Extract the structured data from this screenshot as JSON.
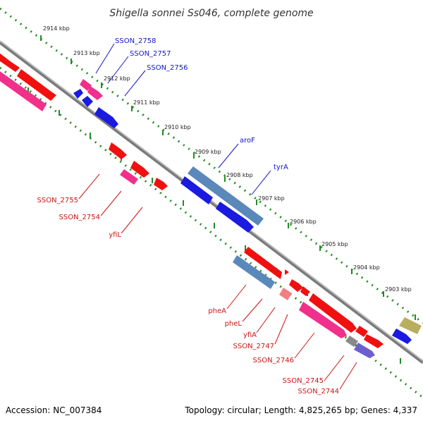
{
  "title": "Shigella sonnei Ss046, complete genome",
  "accession": "Accession: NC_007384",
  "topology": "Topology: circular; Length: 4,825,265 bp; Genes: 4,337",
  "colors": {
    "red": "#f01010",
    "pink": "#f0308a",
    "blue": "#1a1ae0",
    "steel": "#5a88bb",
    "olive": "#b8ae60",
    "gray": "#8a8a8a",
    "violet": "#6c5fd0",
    "salmon": "#f08080",
    "label_blue": "#1414c8",
    "label_red": "#cc1414",
    "dots": "#228b22"
  },
  "kbp_ticks": [
    "2914 kbp",
    "2913 kbp",
    "2912 kbp",
    "2911 kbp",
    "2910 kbp",
    "2909 kbp",
    "2908 kbp",
    "2907 kbp",
    "2906 kbp",
    "2905 kbp",
    "2904 kbp",
    "2903 kbp"
  ],
  "genes_top": [
    "SSON_2758",
    "SSON_2757",
    "SSON_2756",
    "aroF",
    "tyrA"
  ],
  "genes_bottom": [
    "SSON_2755",
    "SSON_2754",
    "yfiL",
    "pheA",
    "pheL",
    "yfiA",
    "SSON_2747",
    "SSON_2746",
    "SSON_2745",
    "SSON_2744"
  ]
}
